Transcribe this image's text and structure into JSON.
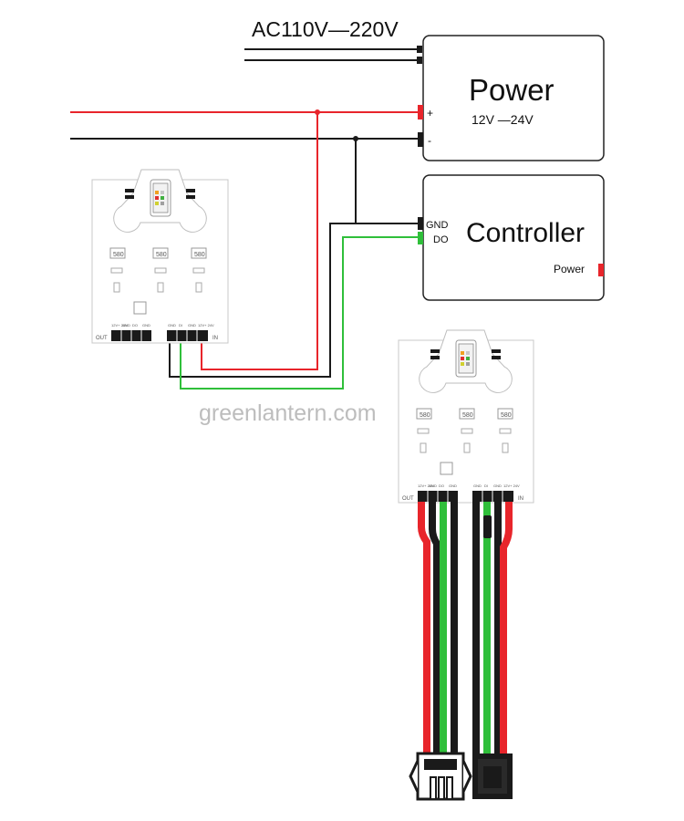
{
  "mains_label": "AC110V—220V",
  "power_box": {
    "title": "Power",
    "voltage": "12V —24V",
    "plus": "+",
    "minus": "-"
  },
  "controller_box": {
    "title": "Controller",
    "gnd": "GND",
    "do": "DO",
    "power_label": "Power"
  },
  "module": {
    "chip_label": "580",
    "out_label": "OUT",
    "in_label": "IN",
    "out_pins": [
      "12V+ 24V",
      "GND",
      "DO",
      "GND"
    ],
    "in_pins": [
      "GND",
      "DI",
      "GND",
      "12V+ 24V"
    ]
  },
  "watermark": "greenlantern.com",
  "colors": {
    "red_wire": "#e8252b",
    "black_wire": "#1a1a1a",
    "green_wire": "#2fbf3a"
  }
}
